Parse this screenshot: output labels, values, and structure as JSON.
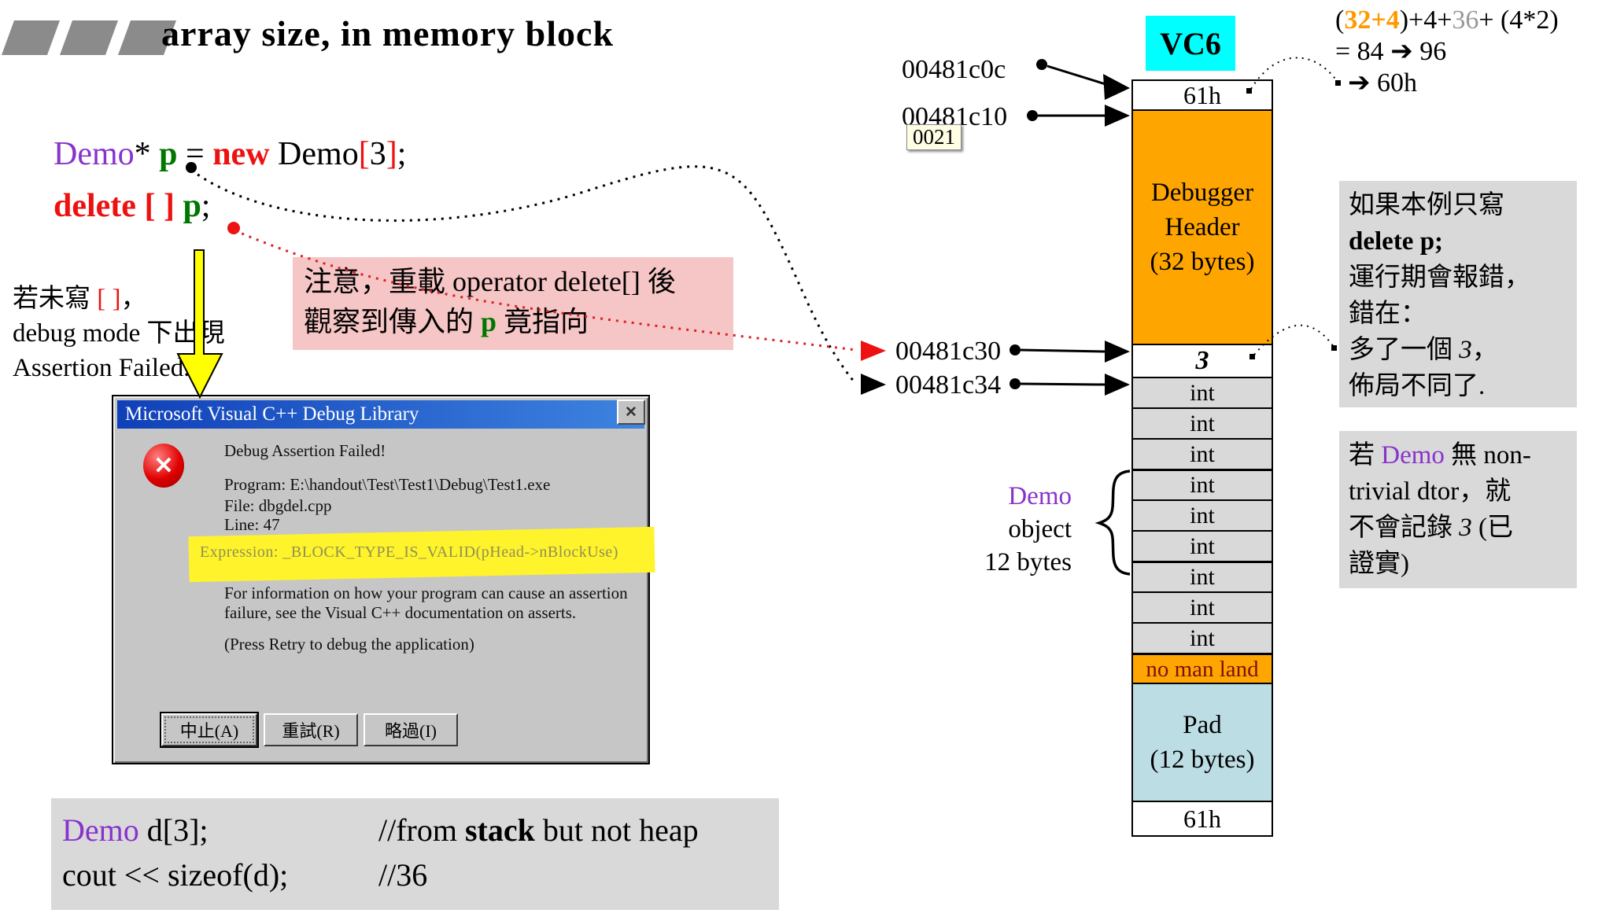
{
  "colors": {
    "purple": "#8833cc",
    "green": "#007700",
    "red": "#ee1111",
    "header_orange": "#ffa500",
    "pad_blue": "#bcdde4",
    "vc6_cyan": "#00ffff",
    "pink_note": "#f6c5c5",
    "gray_note": "#d9d9d9",
    "int_gray": "#d9d9d9",
    "highlight_yellow": "#fff32b",
    "titlebar_blue": "#1040b8",
    "formula_orange": "#ff9900",
    "formula_gray": "#999999",
    "arrow_yellow": "#ffff00"
  },
  "title": "array size, in memory block",
  "code": {
    "demo": "Demo",
    "star": "* ",
    "p": "p",
    "eq": " = ",
    "new": "new",
    "demo2": " Demo",
    "lb": "[",
    "three": "3",
    "rb": "]",
    "semi": ";",
    "delete": "delete",
    "brackets": " [ ] ",
    "p2": "p",
    "semi2": ";"
  },
  "note_left": {
    "l1a": "若未寫 ",
    "l1b": "[ ]",
    "l1c": "，",
    "l2": "debug mode 下出現",
    "l3": "Assertion Failed."
  },
  "pink_note": {
    "l1": "注意，重載 operator delete[] 後",
    "l2a": "觀察到傳入的 ",
    "l2b": "p",
    "l2c": " 竟指向"
  },
  "dialog": {
    "title": "Microsoft Visual C++ Debug Library",
    "close_glyph": "✕",
    "icon_glyph": "✕",
    "heading": "Debug Assertion Failed!",
    "program": "Program: E:\\handout\\Test\\Test1\\Debug\\Test1.exe",
    "file": "File: dbgdel.cpp",
    "line": "Line: 47",
    "expression": "Expression: _BLOCK_TYPE_IS_VALID(pHead->nBlockUse)",
    "info1": "For information on how your program can cause an assertion",
    "info2": "failure, see the Visual C++ documentation on asserts.",
    "press": "(Press Retry to debug the application)",
    "buttons": [
      "中止(A)",
      "重試(R)",
      "略過(I)"
    ]
  },
  "bottom_code": {
    "demo": "Demo",
    "rest": " d[3];",
    "c1a": "//from ",
    "c1b": "stack",
    "c1c": " but not heap",
    "l2": "cout << sizeof(d);",
    "c2": "//36"
  },
  "memory": {
    "vc6": "VC6",
    "addr1": "00481c0c",
    "addr2": "00481c10",
    "addr3": "00481c30",
    "addr4": "00481c34",
    "tooltip": "0021",
    "top_61h": "61h",
    "header_l1": "Debugger",
    "header_l2": "Header",
    "header_l3": "(32 bytes)",
    "count": "3",
    "int_label": "int",
    "no_man_land": "no man land",
    "pad_l1": "Pad",
    "pad_l2": "(12 bytes)",
    "bottom_61h": "61h",
    "demo_obj": {
      "l1": "Demo",
      "l2": "object",
      "l3": "12 bytes"
    }
  },
  "formula": {
    "p1": "(",
    "p2": "32+4",
    "p3": ")+4+",
    "p4": "36",
    "p5": "+ (4*2)",
    "l2a": "= 84 ",
    "arrow2": "➔",
    "l2b": " 96",
    "arrow3": "➔",
    "l3": " 60h"
  },
  "right_notes": {
    "box1": {
      "l1": "如果本例只寫",
      "l2": "delete p;",
      "l3": "運行期會報錯，",
      "l4": "錯在：",
      "l5a": "多了一個 ",
      "l5b": "3",
      "l5c": "，",
      "l6": "佈局不同了."
    },
    "box2": {
      "l1a": "若 ",
      "l1b": "Demo",
      "l1c": " 無 non-",
      "l2": "trivial dtor，就",
      "l3a": "不會記錄 ",
      "l3b": "3",
      "l3c": " (已",
      "l4": "證實)"
    }
  }
}
